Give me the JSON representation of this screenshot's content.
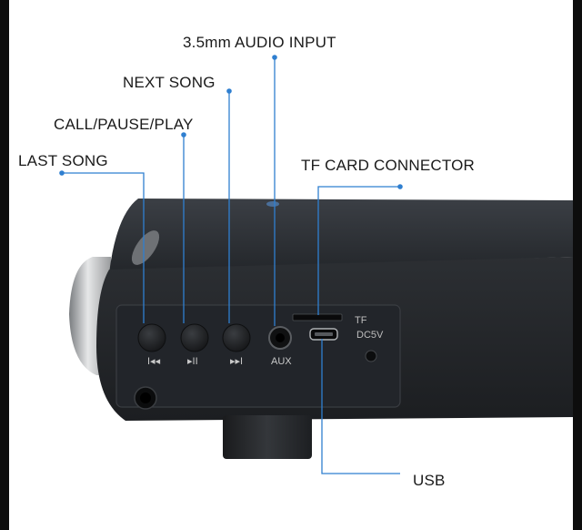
{
  "callouts": {
    "audio_input": "3.5mm AUDIO INPUT",
    "next_song": "NEXT SONG",
    "call_pause_play": "CALL/PAUSE/PLAY",
    "last_song": "LAST SONG",
    "tf_card": "TF CARD CONNECTOR",
    "usb": "USB"
  },
  "panel_print": {
    "aux": "AUX",
    "tf": "TF",
    "dc": "DC5V"
  },
  "colors": {
    "callout_line": "#2f7fd0",
    "device_body": "#2a2d31",
    "background": "#ffffff"
  }
}
